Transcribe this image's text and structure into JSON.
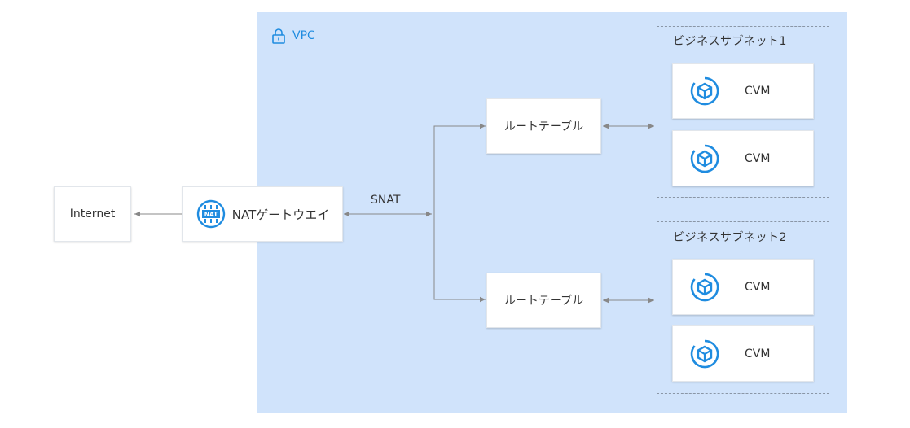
{
  "vpc": {
    "label": "VPC"
  },
  "internet": {
    "label": "Internet"
  },
  "nat_gateway": {
    "label": "NATゲートウエイ"
  },
  "snat": {
    "label": "SNAT"
  },
  "route_tables": [
    {
      "label": "ルートテーブル"
    },
    {
      "label": "ルートテーブル"
    }
  ],
  "subnets": [
    {
      "label": "ビジネスサブネット1",
      "instances": [
        {
          "label": "CVM"
        },
        {
          "label": "CVM"
        }
      ]
    },
    {
      "label": "ビジネスサブネット2",
      "instances": [
        {
          "label": "CVM"
        },
        {
          "label": "CVM"
        }
      ]
    }
  ],
  "colors": {
    "vpc_bg": "#d0e3fb",
    "accent": "#1f8ce0",
    "arrow": "#888888"
  }
}
